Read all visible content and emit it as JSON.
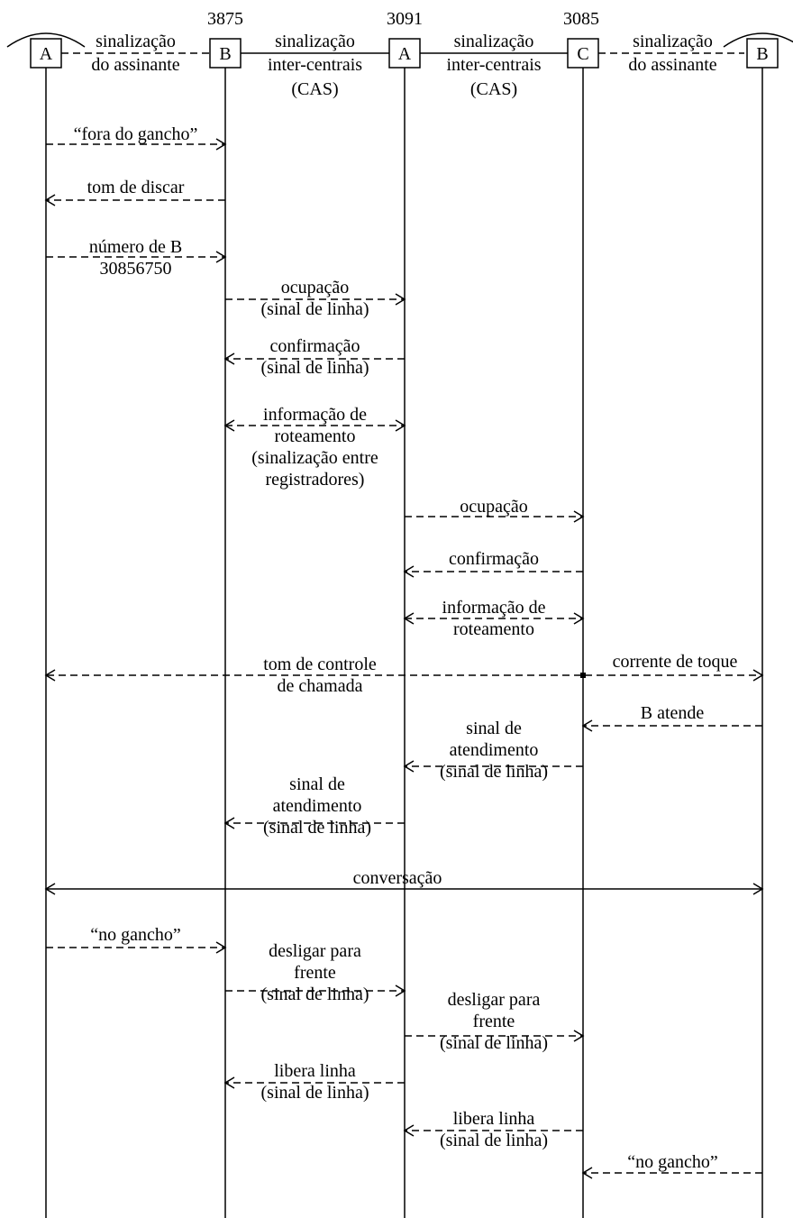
{
  "entities": [
    {
      "id": "A1",
      "label": "A",
      "number": ""
    },
    {
      "id": "B1",
      "label": "B",
      "number": "3875"
    },
    {
      "id": "A2",
      "label": "A",
      "number": "3091"
    },
    {
      "id": "C1",
      "label": "C",
      "number": "3085"
    },
    {
      "id": "B2",
      "label": "B",
      "number": ""
    }
  ],
  "links": [
    {
      "id": "link-1",
      "lines": [
        "sinalização",
        "do assinante"
      ],
      "style": "dashed"
    },
    {
      "id": "link-2",
      "lines": [
        "sinalização",
        "inter-centrais",
        "(CAS)"
      ],
      "style": "solid"
    },
    {
      "id": "link-3",
      "lines": [
        "sinalização",
        "inter-centrais",
        "(CAS)"
      ],
      "style": "solid"
    },
    {
      "id": "link-4",
      "lines": [
        "sinalização",
        "do assinante"
      ],
      "style": "dashed"
    }
  ],
  "messages": [
    {
      "id": "m1",
      "from": "A1",
      "to": "B1",
      "style": "dashed",
      "lines": [
        "“fora do gancho”"
      ]
    },
    {
      "id": "m2",
      "from": "B1",
      "to": "A1",
      "style": "dashed",
      "lines": [
        "tom de discar"
      ]
    },
    {
      "id": "m3",
      "from": "A1",
      "to": "B1",
      "style": "dashed",
      "lines": [
        "número de B",
        "30856750"
      ]
    },
    {
      "id": "m4",
      "from": "B1",
      "to": "A2",
      "style": "dashed",
      "lines": [
        "ocupação",
        "(sinal de linha)"
      ]
    },
    {
      "id": "m5",
      "from": "A2",
      "to": "B1",
      "style": "dashed",
      "lines": [
        "confirmação",
        "(sinal de linha)"
      ]
    },
    {
      "id": "m6",
      "from": "B1",
      "to": "A2",
      "style": "dashed",
      "bidirectional": true,
      "lines": [
        "informação de",
        "roteamento",
        "(sinalização entre",
        "registradores)"
      ]
    },
    {
      "id": "m7",
      "from": "A2",
      "to": "C1",
      "style": "dashed",
      "lines": [
        "ocupação"
      ]
    },
    {
      "id": "m8",
      "from": "C1",
      "to": "A2",
      "style": "dashed",
      "lines": [
        "confirmação"
      ]
    },
    {
      "id": "m9",
      "from": "A2",
      "to": "C1",
      "style": "dashed",
      "bidirectional": true,
      "lines": [
        "informação de",
        "roteamento"
      ]
    },
    {
      "id": "m10",
      "from": "C1",
      "to": "A1",
      "style": "dashed",
      "lines": [
        "tom de controle",
        "de chamada"
      ]
    },
    {
      "id": "m11",
      "from": "C1",
      "to": "B2",
      "style": "dashed",
      "lines": [
        "corrente de toque"
      ]
    },
    {
      "id": "m12",
      "from": "B2",
      "to": "C1",
      "style": "dashed",
      "lines": [
        "B atende"
      ]
    },
    {
      "id": "m13",
      "from": "C1",
      "to": "A2",
      "style": "dashed",
      "lines": [
        "sinal de",
        "atendimento",
        "(sinal de linha)"
      ]
    },
    {
      "id": "m14",
      "from": "A2",
      "to": "B1",
      "style": "dashed",
      "lines": [
        "sinal de",
        "atendimento",
        "(sinal de linha)"
      ]
    },
    {
      "id": "m15",
      "from": "A1",
      "to": "B2",
      "style": "solid",
      "bidirectional": true,
      "lines": [
        "conversação"
      ]
    },
    {
      "id": "m16",
      "from": "A1",
      "to": "B1",
      "style": "dashed",
      "lines": [
        "“no gancho”"
      ]
    },
    {
      "id": "m17",
      "from": "B1",
      "to": "A2",
      "style": "dashed",
      "lines": [
        "desligar para",
        "frente",
        "(sinal de linha)"
      ]
    },
    {
      "id": "m18",
      "from": "A2",
      "to": "C1",
      "style": "dashed",
      "lines": [
        "desligar para",
        "frente",
        "(sinal de linha)"
      ]
    },
    {
      "id": "m19",
      "from": "A2",
      "to": "B1",
      "style": "dashed",
      "lines": [
        "libera linha",
        "(sinal de linha)"
      ]
    },
    {
      "id": "m20",
      "from": "C1",
      "to": "A2",
      "style": "dashed",
      "lines": [
        "libera linha",
        "(sinal de linha)"
      ]
    },
    {
      "id": "m21",
      "from": "B2",
      "to": "C1",
      "style": "dashed",
      "lines": [
        "“no gancho”"
      ]
    }
  ]
}
